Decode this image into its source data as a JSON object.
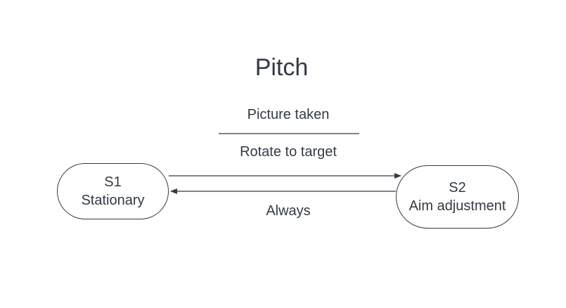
{
  "title": "Pitch",
  "states": [
    {
      "id": "S1",
      "name": "Stationary"
    },
    {
      "id": "S2",
      "name": "Aim adjustment"
    }
  ],
  "transitions": [
    {
      "from": "S1",
      "to": "S2",
      "condition": "Picture taken",
      "action": "Rotate to target"
    },
    {
      "from": "S2",
      "to": "S1",
      "condition": "Always"
    }
  ],
  "colors": {
    "ink": "#333a45",
    "background": "#ffffff"
  }
}
